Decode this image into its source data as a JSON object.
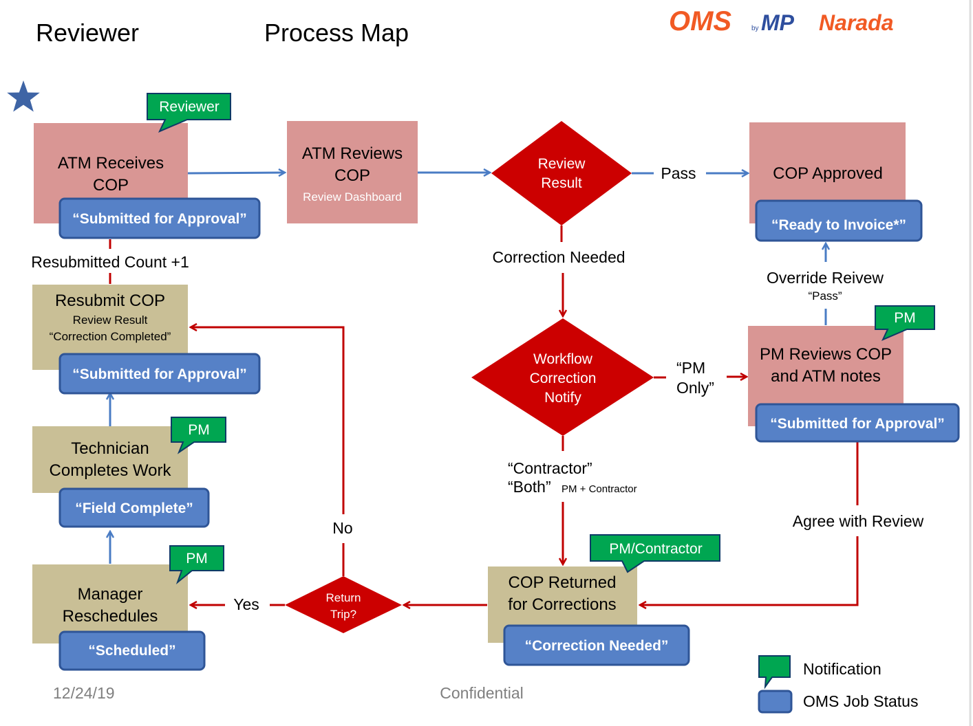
{
  "header": {
    "title": "Reviewer",
    "subtitle": "Process Map"
  },
  "logo": {
    "part1": "OMS",
    "by": "by",
    "part2": "MP",
    "part3": "Narada"
  },
  "nodes": {
    "atm_receives": {
      "line1": "ATM Receives",
      "line2": "COP",
      "status": "“Submitted for Approval”",
      "note": "Reviewer"
    },
    "atm_reviews": {
      "line1": "ATM Reviews",
      "line2": "COP",
      "sub": "Review Dashboard"
    },
    "review_result": {
      "line1": "Review",
      "line2": "Result"
    },
    "cop_approved": {
      "line1": "COP Approved",
      "status": "“Ready to Invoice*”"
    },
    "workflow": {
      "line1": "Workflow",
      "line2": "Correction",
      "line3": "Notify"
    },
    "pm_reviews": {
      "line1": "PM Reviews COP",
      "line2": "and ATM notes",
      "status": "“Submitted for Approval”",
      "note": "PM"
    },
    "resubmit": {
      "line1": "Resubmit COP",
      "line2": "Review Result",
      "line3": "“Correction Completed”",
      "status": "“Submitted for Approval”"
    },
    "technician": {
      "line1": "Technician",
      "line2": "Completes Work",
      "status": "“Field Complete”",
      "note": "PM"
    },
    "manager": {
      "line1": "Manager",
      "line2": "Reschedules",
      "status": "“Scheduled”",
      "note": "PM"
    },
    "return_trip": {
      "line1": "Return",
      "line2": "Trip?"
    },
    "cop_returned": {
      "line1": "COP Returned",
      "line2": "for Corrections",
      "status": "“Correction Needed”",
      "note": "PM/Contractor"
    }
  },
  "edges": {
    "pass": "Pass",
    "correction_needed": "Correction Needed",
    "override_line1": "Override Reivew",
    "override_line2": "“Pass”",
    "pm_only_line1": "“PM",
    "pm_only_line2": "Only”",
    "contractor_line1": "“Contractor”",
    "contractor_line2": "“Both”",
    "contractor_small": "PM + Contractor",
    "agree": "Agree with Review",
    "resubmitted": "Resubmitted Count +1",
    "no": "No",
    "yes": "Yes"
  },
  "legend": {
    "notification": "Notification",
    "status": "OMS Job Status"
  },
  "footer": {
    "date": "12/24/19",
    "confidential": "Confidential"
  },
  "colors": {
    "pink_box": "#D99694",
    "tan_box": "#C9BF96",
    "diamond": "#CC0000",
    "status_fill": "#5681C7",
    "status_border": "#2F5597",
    "note_green": "#00A651",
    "blue_arrow": "#4A7CC4",
    "red_arrow": "#C00000",
    "star": "#3E64A5"
  }
}
